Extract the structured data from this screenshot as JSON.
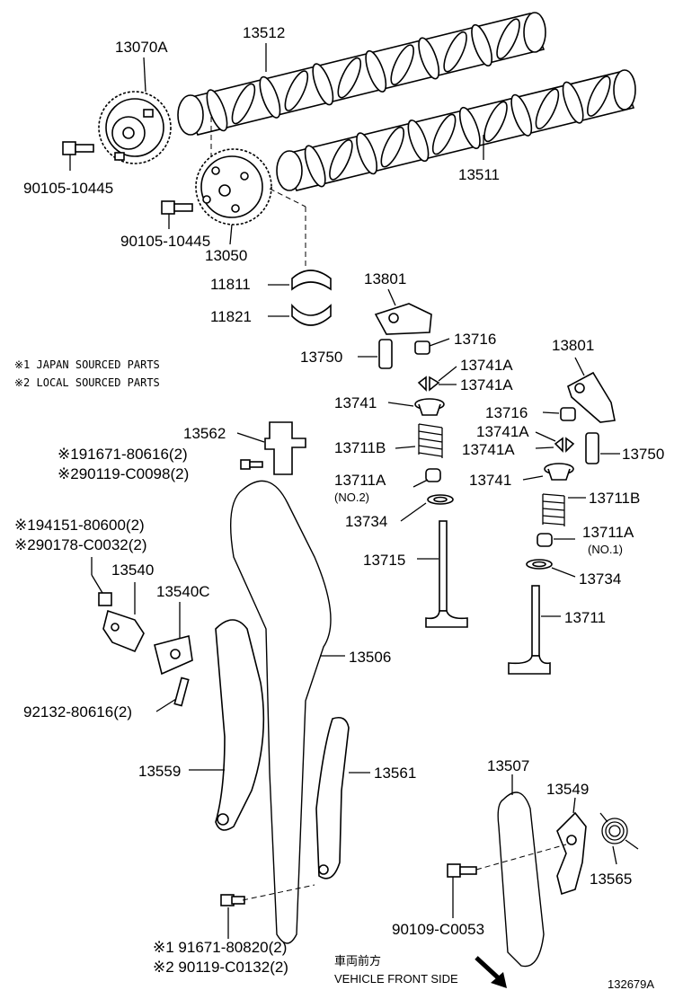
{
  "labels": {
    "p13070A": "13070A",
    "p13512": "13512",
    "p13511": "13511",
    "p13050": "13050",
    "bolt1": "90105-10445",
    "bolt2": "90105-10445",
    "p11811": "11811",
    "p11821": "11821",
    "p13801_l": "13801",
    "p13716_l": "13716",
    "p13750_l": "13750",
    "p13741A_l1": "13741A",
    "p13741A_l2": "13741A",
    "p13741_l": "13741",
    "p13711B_l": "13711B",
    "p13711A_l": "13711A",
    "no2": "(NO.2)",
    "p13734_l": "13734",
    "p13715": "13715",
    "p13801_r": "13801",
    "p13716_r": "13716",
    "p13741A_r1": "13741A",
    "p13741A_r2": "13741A",
    "p13750_r": "13750",
    "p13741_r": "13741",
    "p13711B_r": "13711B",
    "p13711A_r": "13711A",
    "no1": "(NO.1)",
    "p13734_r": "13734",
    "p13711": "13711",
    "p13562": "13562",
    "b1_line1": "※191671-80616(2)",
    "b1_line2": "※290119-C0098(2)",
    "b2_line1": "※194151-80600(2)",
    "b2_line2": "※290178-C0032(2)",
    "p13540": "13540",
    "p13540C": "13540C",
    "p13506": "13506",
    "stud": "92132-80616(2)",
    "p13559": "13559",
    "p13561": "13561",
    "p13507": "13507",
    "p13549": "13549",
    "p13565": "13565",
    "p90109": "90109-C0053",
    "b3_line1": "※1 91671-80820(2)",
    "b3_line2": "※2 90119-C0132(2)",
    "front_jp": "車両前方",
    "front_en": "VEHICLE FRONT SIDE",
    "figure_id": "132679A"
  },
  "notes": {
    "note1": "※1 JAPAN SOURCED PARTS",
    "note2": "※2 LOCAL SOURCED PARTS"
  }
}
